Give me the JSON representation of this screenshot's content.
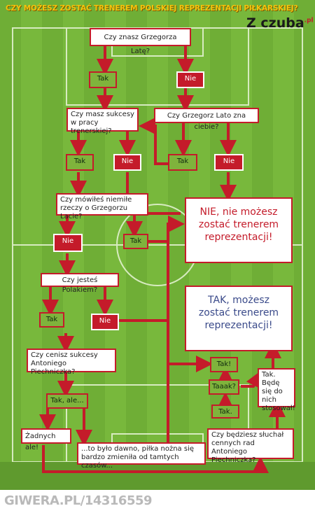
{
  "header": {
    "title": "CZY MOŻESZ ZOSTAĆ TRENEREM POLSKIEJ REPREZENTACJI PIŁKARSKIEJ?",
    "brand": "Z czuba",
    "brand_suffix": ".pl"
  },
  "questions": {
    "q1": "Czy znasz Grzegorza Latę?",
    "q2": "Czy masz sukcesy w pracy trenerskiej?",
    "q3": "Czy Grzegorz Lato zna ciebie?",
    "q4": "Czy mówiłeś niemiłe rzeczy o Grzegorzu Lacie?",
    "q5": "Czy jesteś Polakiem?",
    "q6": "Czy cenisz sukcesy Antoniego Piechniczka?",
    "q7": "Czy będziesz słuchał cennych rad Antoniego Piechniczka?"
  },
  "answers": {
    "tak": "Tak",
    "nie": "Nie",
    "tak_ale": "Tak, ale...",
    "zadnych": "Żadnych ale!",
    "bylo_dawno": "...to było dawno, piłka nożna się bardzo zmieniła od tamtych czasów...",
    "tak_excl": "Tak!",
    "taaak": "Taaak?",
    "tak_dot": "Tak.",
    "stosowal": "Tak. Będę się do nich stosował!"
  },
  "results": {
    "no": "NIE, nie możesz zostać trenerem reprezentacji!",
    "yes": "TAK, możesz zostać trenerem reprezentacji!"
  },
  "footer": {
    "site": "GIWERA.PL/",
    "id": "14316559"
  },
  "colors": {
    "accent_red": "#c41b2a",
    "grass_green": "#72b038",
    "title_yellow": "#f4c20d",
    "footer_gray": "#b9b9b9"
  }
}
